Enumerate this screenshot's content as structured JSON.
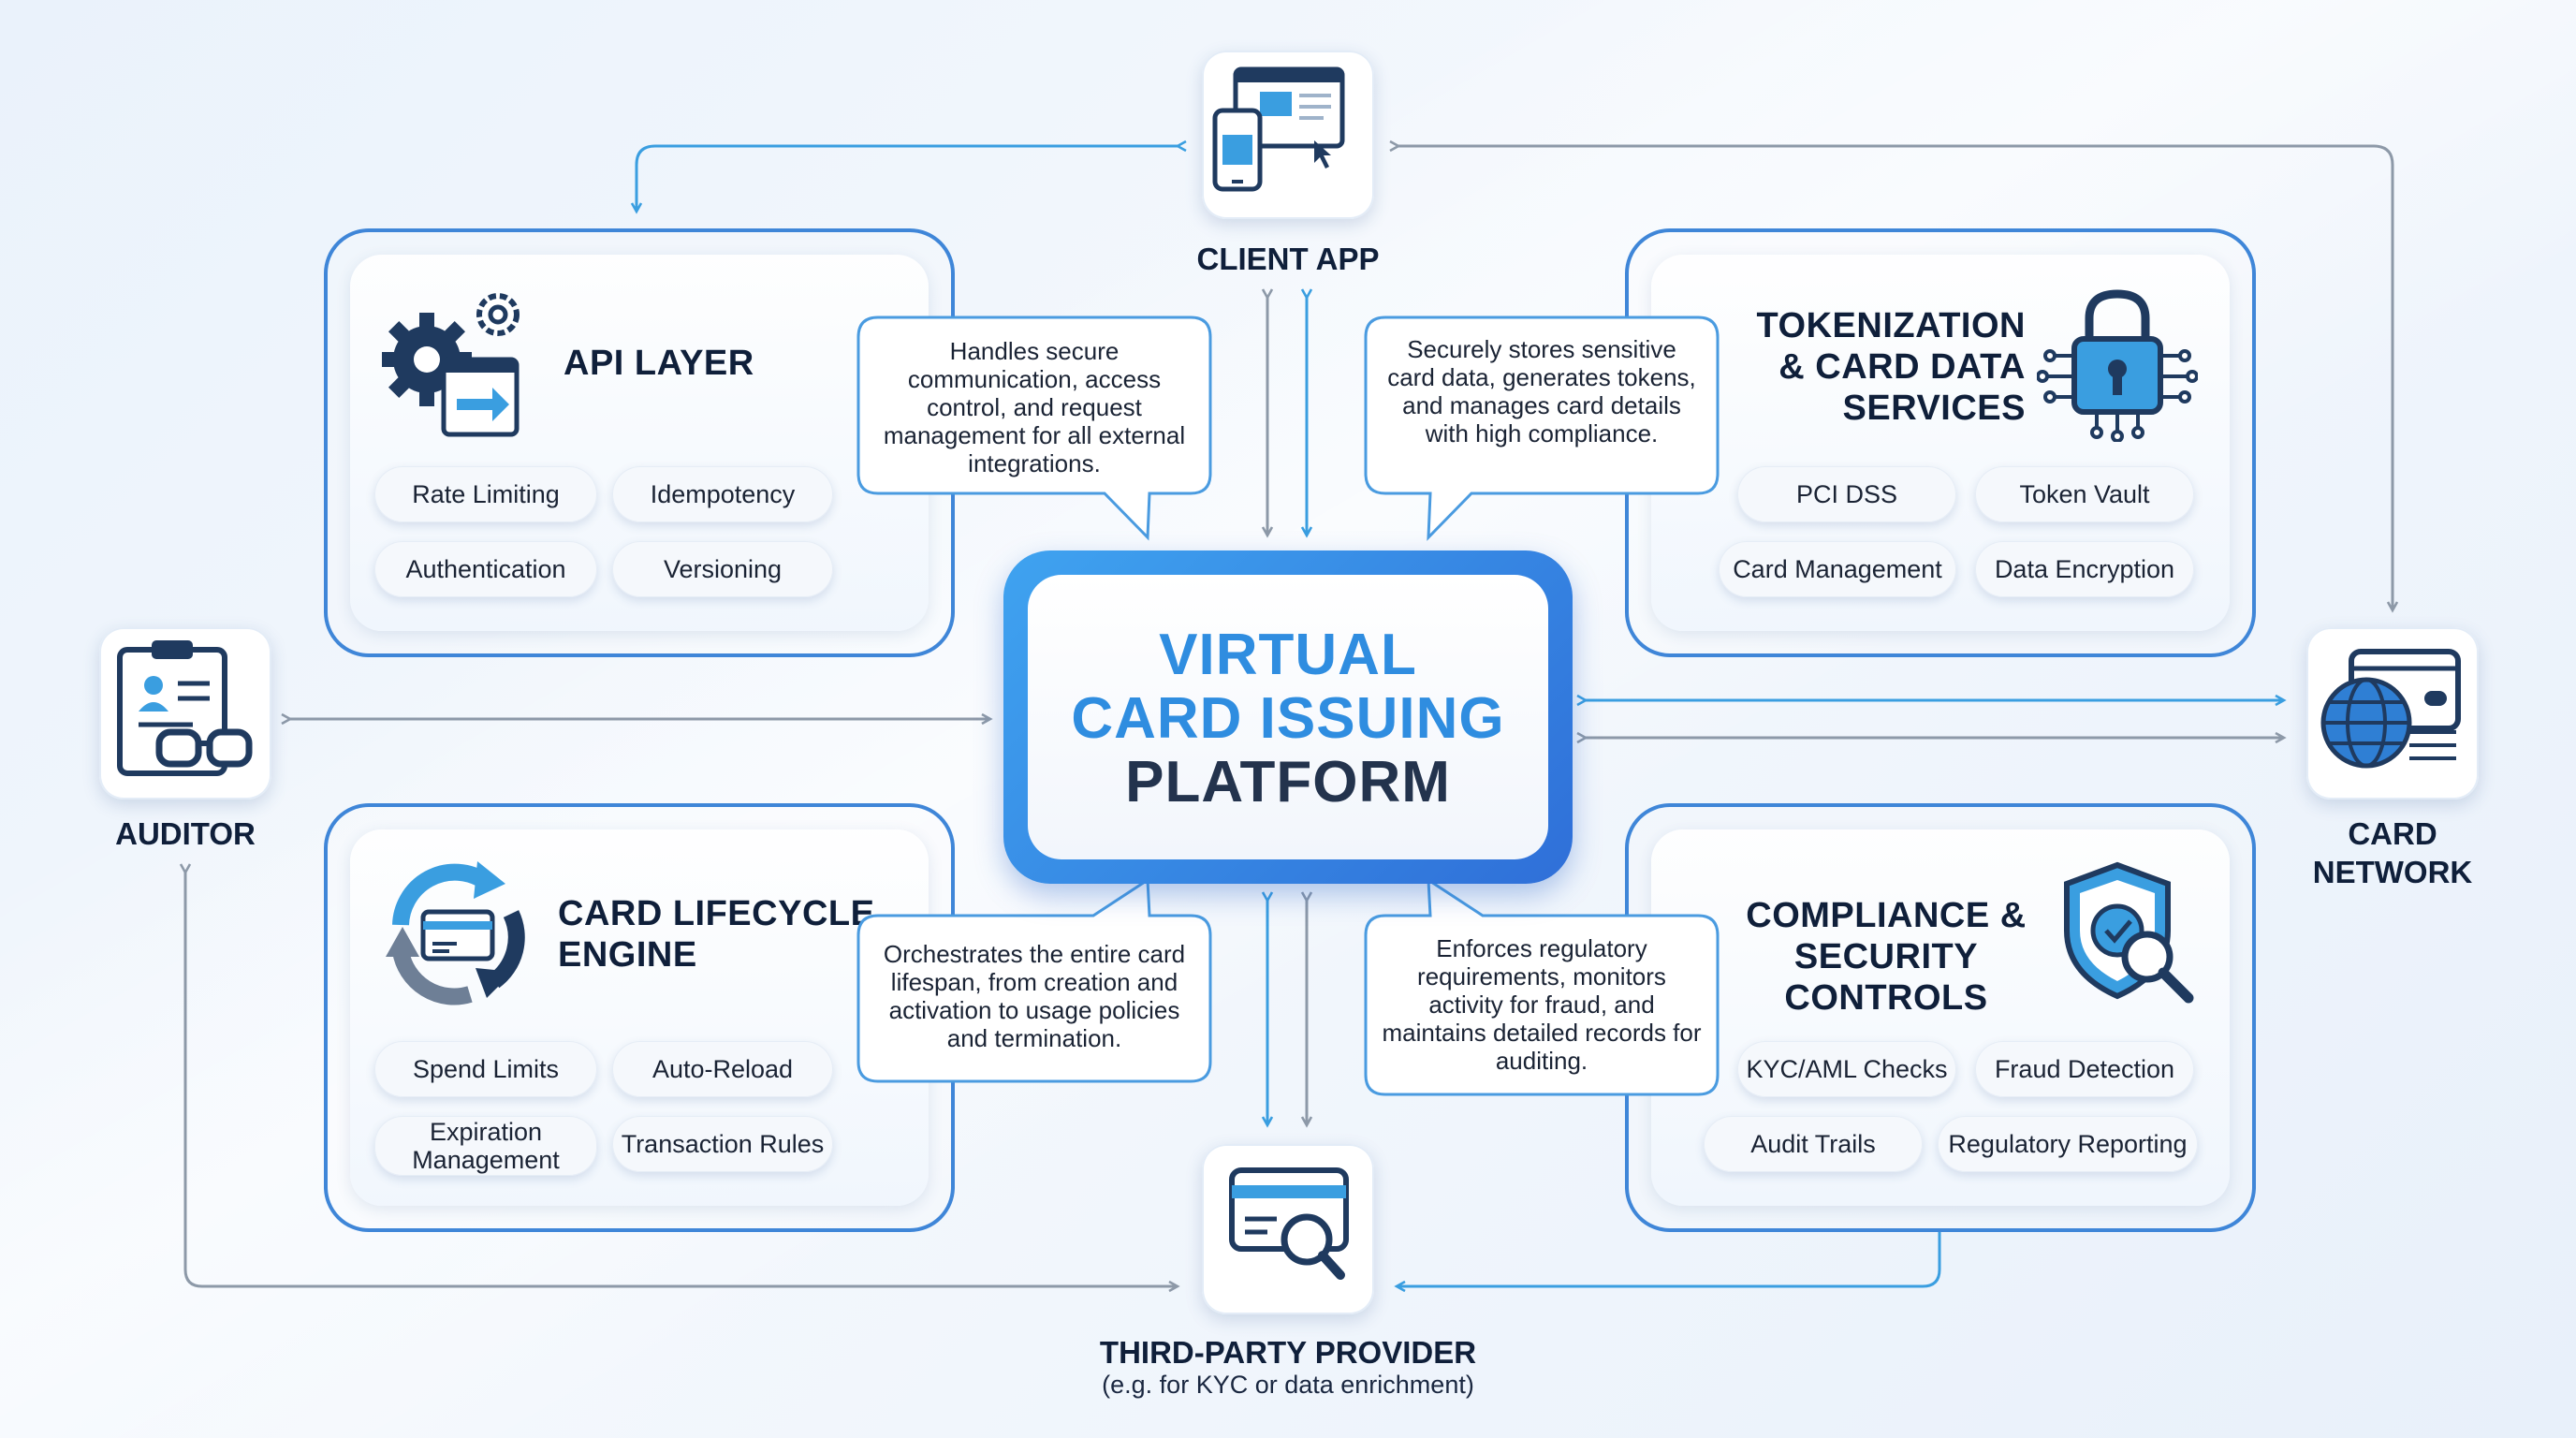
{
  "center": {
    "line1": "VIRTUAL",
    "line2": "CARD ISSUING",
    "line3": "PLATFORM"
  },
  "nodes": {
    "client_app": "CLIENT APP",
    "auditor": "AUDITOR",
    "card_network_1": "CARD",
    "card_network_2": "NETWORK",
    "third_party": "THIRD-PARTY PROVIDER",
    "third_party_sub": "(e.g. for KYC or data enrichment)"
  },
  "modules": {
    "api": {
      "title": "API LAYER",
      "pills": [
        "Rate Limiting",
        "Idempotency",
        "Authentication",
        "Versioning"
      ],
      "callout": "Handles secure communication, access control, and request management for all external integrations."
    },
    "token": {
      "title1": "TOKENIZATION",
      "title2": "& CARD DATA",
      "title3": "SERVICES",
      "pills": [
        "PCI DSS",
        "Token Vault",
        "Card Management",
        "Data Encryption"
      ],
      "callout": "Securely stores sensitive card data, generates tokens, and manages card details with high compliance."
    },
    "lifecycle": {
      "title1": "CARD LIFECYCLE",
      "title2": "ENGINE",
      "pills": [
        "Spend Limits",
        "Auto-Reload",
        "Expiration Management",
        "Transaction Rules"
      ],
      "callout": "Orchestrates the entire card lifespan, from creation and activation to usage policies and termination."
    },
    "compliance": {
      "title1": "COMPLIANCE &",
      "title2": "SECURITY CONTROLS",
      "pills": [
        "KYC/AML Checks",
        "Fraud Detection",
        "Audit Trails",
        "Regulatory Reporting"
      ],
      "callout": "Enforces regulatory requirements, monitors activity for fraud, and maintains detailed records for auditing."
    }
  },
  "colors": {
    "accent_blue": "#3f86d8",
    "gradient_light": "#3fa3f0",
    "gradient_dark": "#2f6fd8",
    "navy": "#1f3a5f",
    "arrow_blue": "#3a9ee0",
    "arrow_gray": "#8d99a8"
  },
  "icons": {
    "client_app": "devices-icon",
    "auditor": "clipboard-glasses-icon",
    "card_network": "globe-card-icon",
    "third_party": "card-search-icon",
    "api": "gears-arrow-icon",
    "token": "lock-circuit-icon",
    "lifecycle": "cycle-card-icon",
    "compliance": "shield-search-icon"
  }
}
